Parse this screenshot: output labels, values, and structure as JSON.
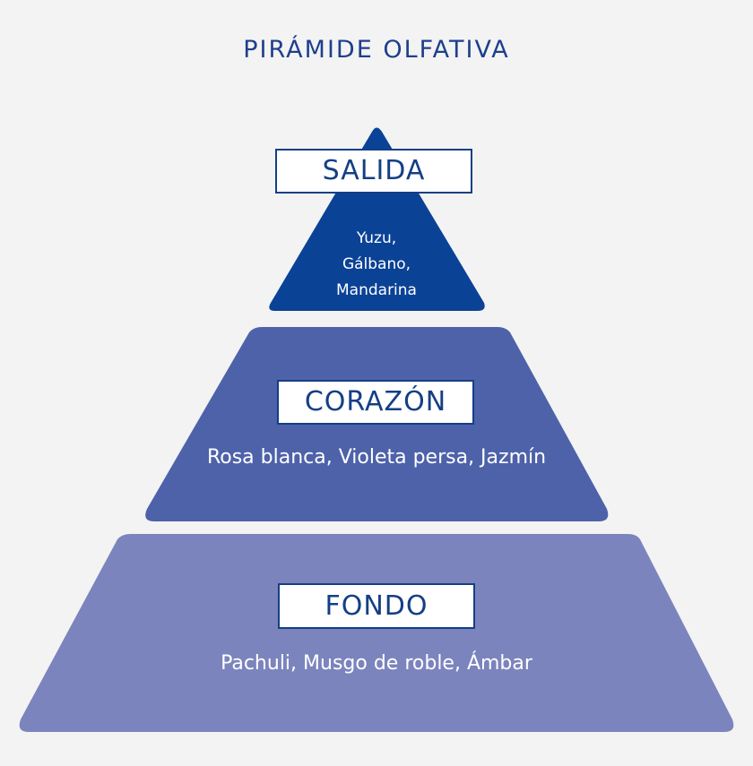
{
  "title": "PIRÁMIDE OLFATIVA",
  "colors": {
    "background": "#f3f3f3",
    "title": "#1e3f8c",
    "tier_top": "#0a4296",
    "tier_middle": "#4e62aa",
    "tier_bottom": "#7b84bd",
    "label_border": "#143f85"
  },
  "tiers": [
    {
      "label": "SALIDA",
      "notes": "Yuzu,\nGálbano,\nMandarina"
    },
    {
      "label": "CORAZÓN",
      "notes": "Rosa blanca, Violeta persa, Jazmín"
    },
    {
      "label": "FONDO",
      "notes": "Pachuli, Musgo de roble, Ámbar"
    }
  ]
}
